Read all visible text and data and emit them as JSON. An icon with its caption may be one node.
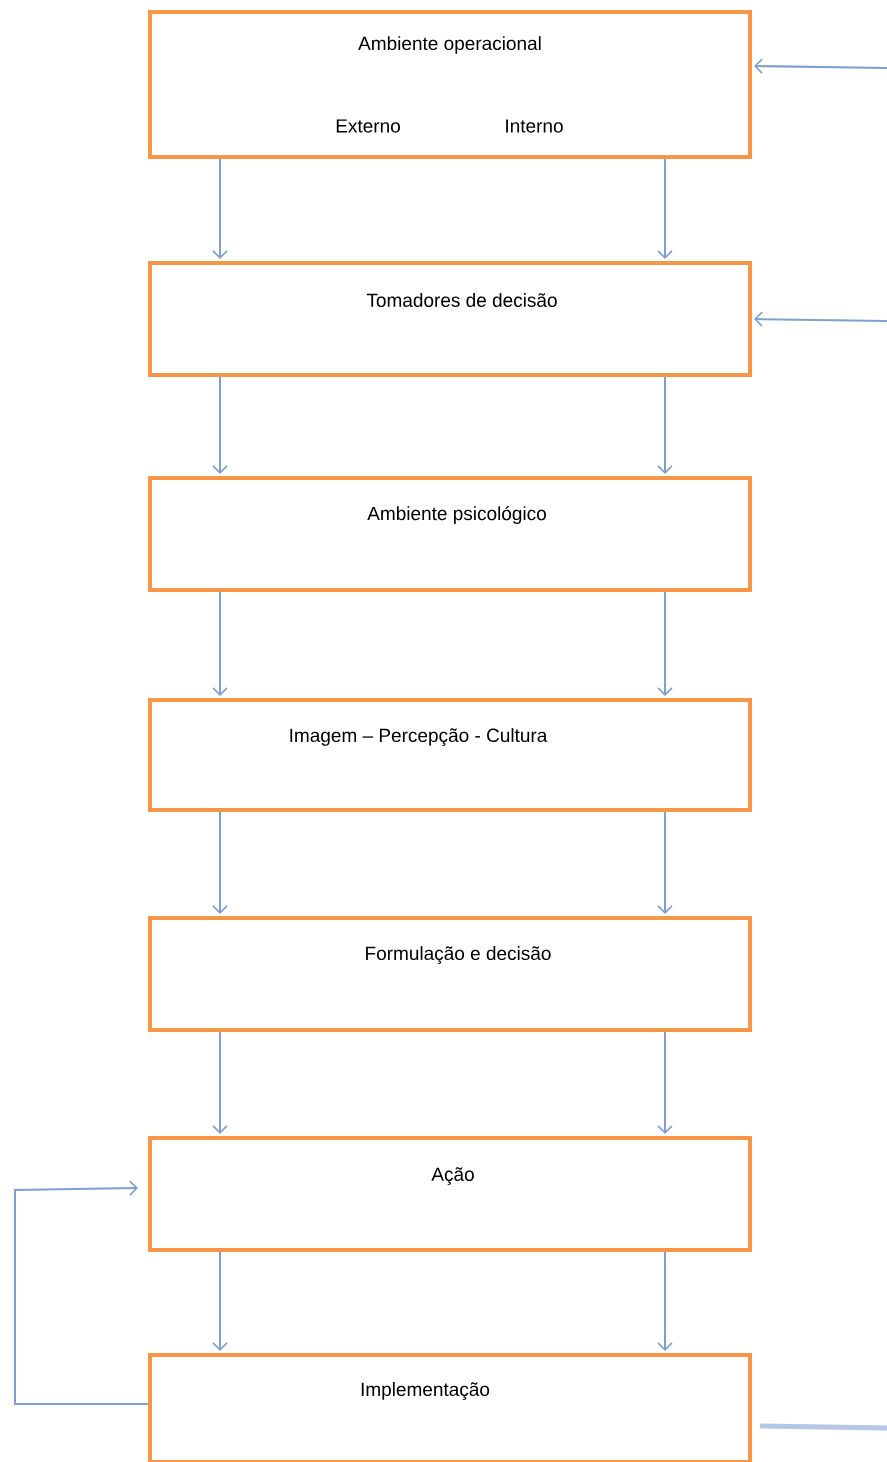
{
  "diagram": {
    "nodes": [
      {
        "text": [
          "Ambiente operacional",
          "Externo",
          "Interno"
        ]
      },
      {
        "text": [
          "Tomadores de decisão"
        ]
      },
      {
        "text": [
          "Ambiente psicológico"
        ]
      },
      {
        "text": [
          "Imagem – Percepção - Cultura"
        ]
      },
      {
        "text": [
          "Formulação e decisão"
        ]
      },
      {
        "text": [
          "Ação"
        ]
      },
      {
        "text": [
          "Implementação"
        ]
      }
    ],
    "edges": [
      {
        "from": 0,
        "to": 1,
        "arrow": "to"
      },
      {
        "from": 0,
        "to": 1,
        "arrow": "to"
      },
      {
        "from": 1,
        "to": 2,
        "arrow": "to"
      },
      {
        "from": 1,
        "to": 2,
        "arrow": "to"
      },
      {
        "from": 2,
        "to": 3,
        "arrow": "to"
      },
      {
        "from": 2,
        "to": 3,
        "arrow": "to"
      },
      {
        "from": 3,
        "to": 4,
        "arrow": "to"
      },
      {
        "from": 3,
        "to": 4,
        "arrow": "to"
      },
      {
        "from": 4,
        "to": 5,
        "arrow": "to"
      },
      {
        "from": 4,
        "to": 5,
        "arrow": "to"
      },
      {
        "from": 5,
        "to": 6,
        "arrow": "to"
      },
      {
        "from": 5,
        "to": 6,
        "arrow": "to"
      },
      {
        "from": null,
        "to": 0,
        "arrow": "to"
      },
      {
        "from": null,
        "to": 1,
        "arrow": "to"
      },
      {
        "from": 6,
        "to": 5,
        "arrow": "to"
      },
      {
        "from": 6,
        "to": null,
        "arrow": "none",
        "style": "thick",
        "color": "#b4c7e7"
      }
    ]
  }
}
